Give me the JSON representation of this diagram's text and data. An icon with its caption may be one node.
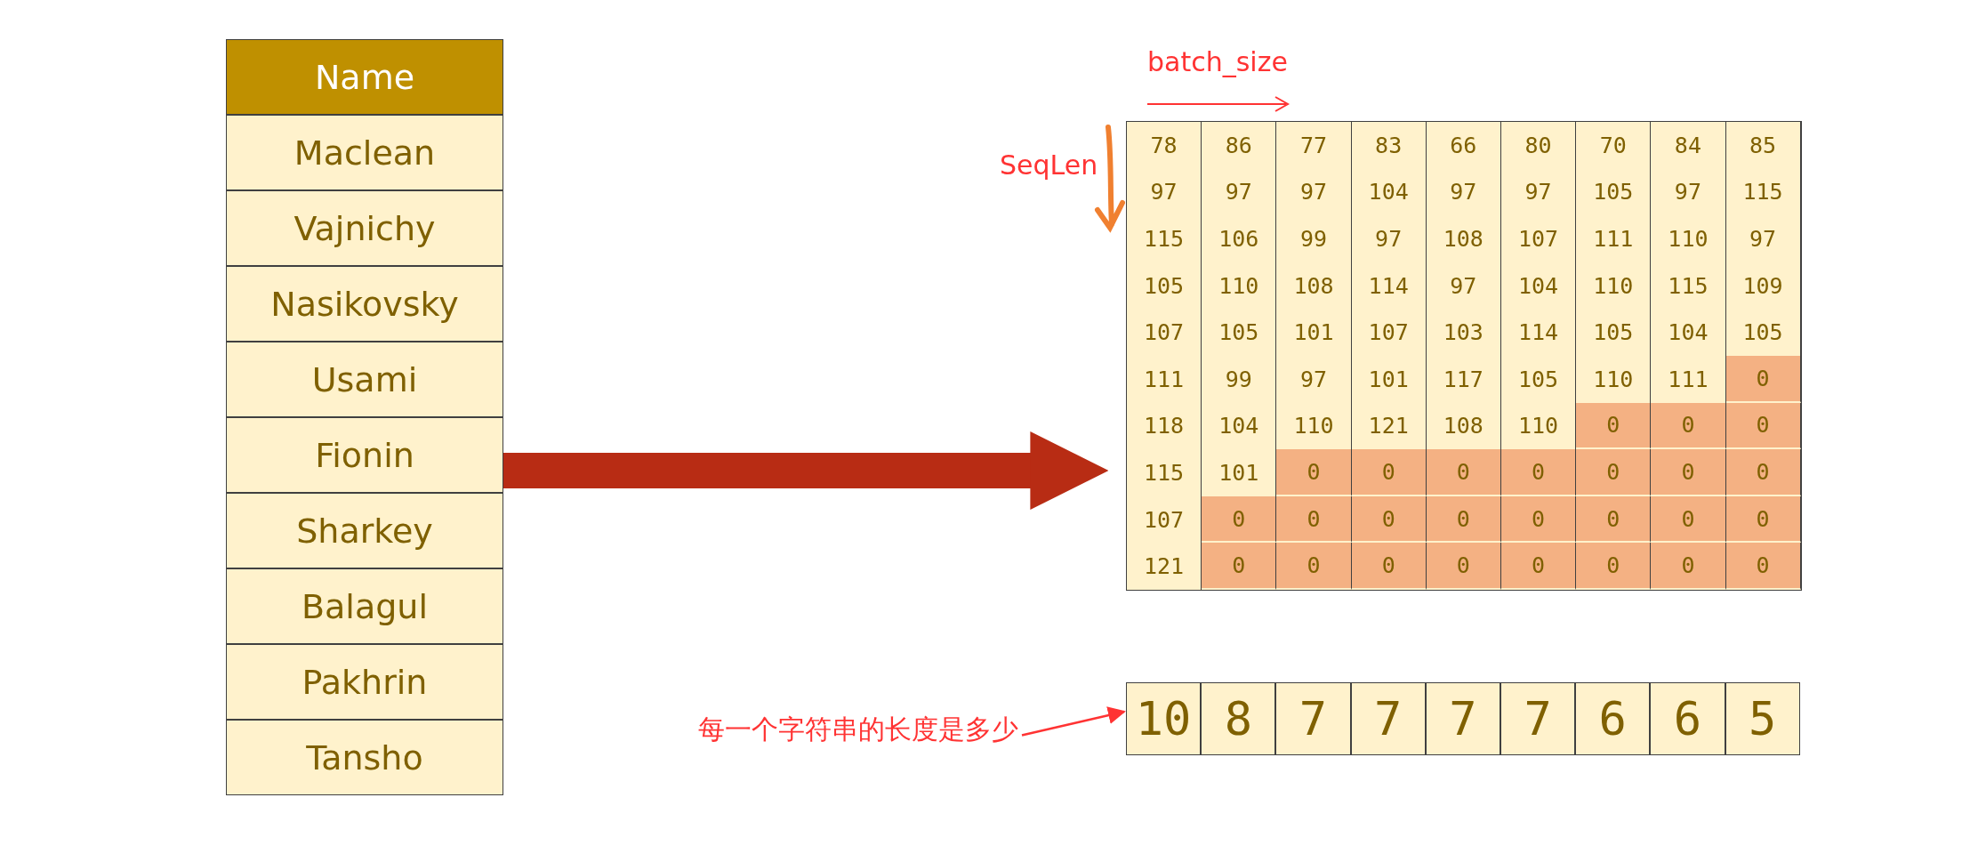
{
  "diagram": {
    "nodes": [
      {
        "text": [
          "Name",
          "Maclean",
          "Vajnichy",
          "Nasikovsky",
          "Usami",
          "Fionin",
          "Sharkey",
          "Balagul",
          "Pakhrin",
          "Tansho"
        ]
      },
      {
        "text": [
          "78",
          "86",
          "77",
          "83",
          "66",
          "80",
          "70",
          "84",
          "85",
          "97",
          "97",
          "97",
          "104",
          "97",
          "97",
          "105",
          "97",
          "115",
          "115",
          "106",
          "99",
          "97",
          "108",
          "107",
          "111",
          "110",
          "97",
          "105",
          "110",
          "108",
          "114",
          "97",
          "104",
          "110",
          "115",
          "109",
          "107",
          "105",
          "101",
          "107",
          "103",
          "114",
          "105",
          "104",
          "105",
          "111",
          "99",
          "97",
          "101",
          "117",
          "105",
          "110",
          "111",
          "0",
          "118",
          "104",
          "110",
          "121",
          "108",
          "110",
          "0",
          "0",
          "0",
          "115",
          "101",
          "0",
          "0",
          "0",
          "0",
          "0",
          "0",
          "0",
          "107",
          "0",
          "0",
          "0",
          "0",
          "0",
          "0",
          "0",
          "0",
          "121",
          "0",
          "0",
          "0",
          "0",
          "0",
          "0",
          "0",
          "0"
        ]
      },
      {
        "text": [
          "10",
          "8",
          "7",
          "7",
          "7",
          "7",
          "6",
          "6",
          "5"
        ]
      },
      {
        "text": [
          "每一个字符串的长度是多少"
        ]
      }
    ],
    "edges": [
      {
        "from": 0,
        "to": 1,
        "arrow": "to",
        "style": "thick",
        "color": "#b82c14"
      },
      {
        "from": 3,
        "to": 2,
        "arrow": "to",
        "color": "#ff3333"
      }
    ],
    "labels": [
      "batch_size",
      "SeqLen"
    ]
  }
}
